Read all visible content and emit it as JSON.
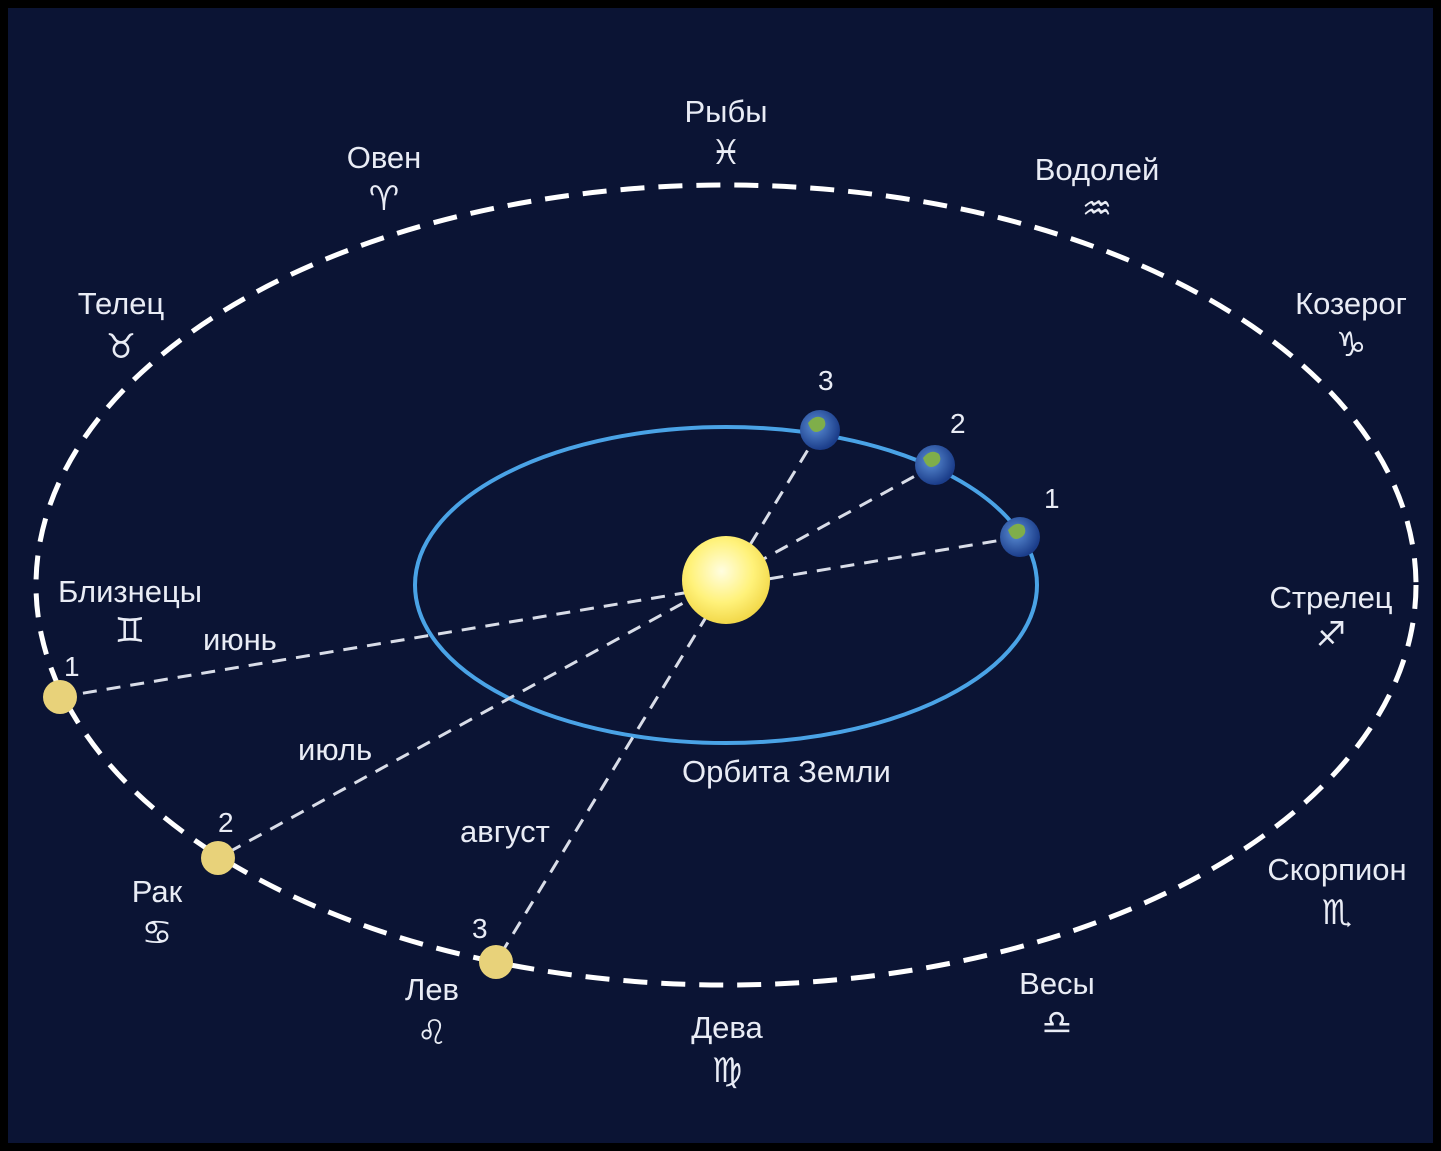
{
  "colors": {
    "background": "#0b1434",
    "zodiac_orbit": "#ffffff",
    "earth_orbit": "#4aa3e6",
    "sun": "#fff27a",
    "projection_markers": "#e8d27a",
    "text": "#e9ecf5"
  },
  "zodiac": [
    {
      "name": "Рыбы",
      "symbol": "♓"
    },
    {
      "name": "Овен",
      "symbol": "♈"
    },
    {
      "name": "Водолей",
      "symbol": "♒"
    },
    {
      "name": "Телец",
      "symbol": "♉"
    },
    {
      "name": "Козерог",
      "symbol": "♑"
    },
    {
      "name": "Близнецы",
      "symbol": "♊"
    },
    {
      "name": "Стрелец",
      "symbol": "♐"
    },
    {
      "name": "Рак",
      "symbol": "♋"
    },
    {
      "name": "Скорпион",
      "symbol": "♏"
    },
    {
      "name": "Лев",
      "symbol": "♌"
    },
    {
      "name": "Весы",
      "symbol": "♎"
    },
    {
      "name": "Дева",
      "symbol": "♍"
    }
  ],
  "earth_orbit_label": "Орбита Земли",
  "months": [
    "июнь",
    "июль",
    "август"
  ],
  "earth_positions": [
    "1",
    "2",
    "3"
  ],
  "sun_projections": [
    "1",
    "2",
    "3"
  ]
}
